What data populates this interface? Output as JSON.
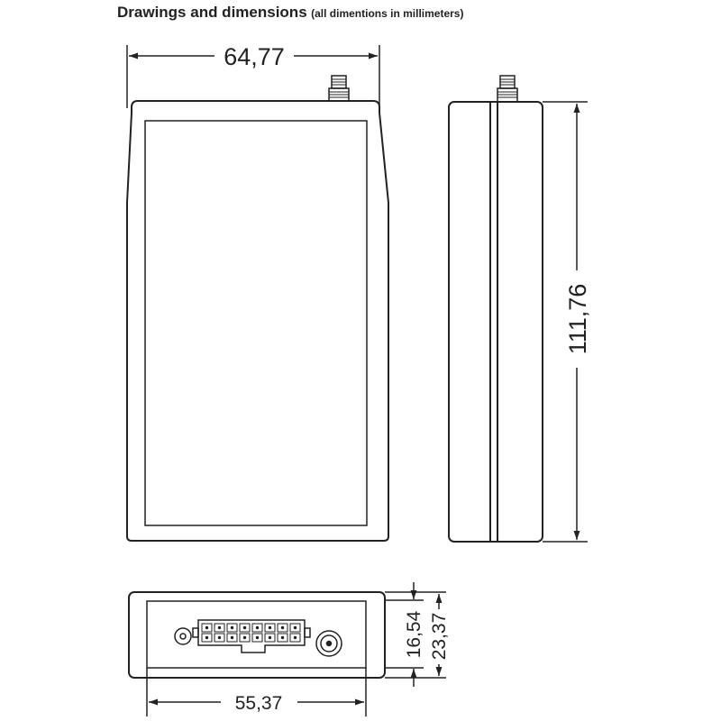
{
  "title": {
    "main": "Drawings and dimensions",
    "note": "(all dimentions in millimeters)"
  },
  "dimensions": {
    "width": "64,77",
    "height": "111,76",
    "inner_height": "16,54",
    "outer_height": "23,37",
    "base_width": "55,37"
  },
  "colors": {
    "line": "#222222",
    "background": "#ffffff"
  }
}
